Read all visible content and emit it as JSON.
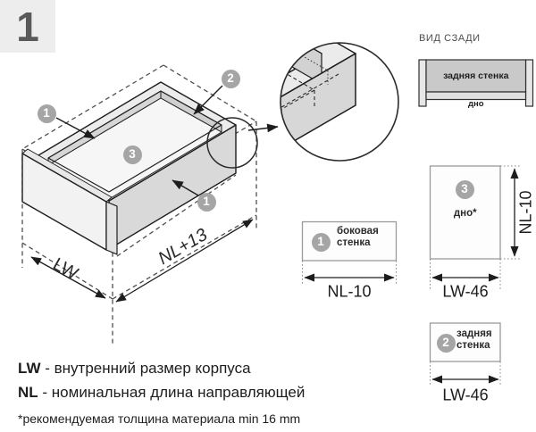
{
  "step_number": "1",
  "main_diagram": {
    "callout_side_top": "1",
    "callout_back": "2",
    "callout_bottom_panel": "3",
    "callout_side_front": "1",
    "dim_width": "LW",
    "dim_length": "NL+13"
  },
  "rear_view": {
    "title": "ВИД СЗАДИ",
    "back_wall_label": "задняя стенка",
    "bottom_label": "дно"
  },
  "parts": {
    "side_wall": {
      "num": "1",
      "label_line1": "боковая",
      "label_line2": "стенка",
      "width_dim": "NL-10"
    },
    "bottom": {
      "num": "3",
      "label": "дно*",
      "height_dim": "NL-10",
      "width_dim": "LW-46"
    },
    "back_wall": {
      "num": "2",
      "label_line1": "задняя",
      "label_line2": "стенка",
      "width_dim": "LW-46"
    }
  },
  "legend": {
    "lw_term": "LW",
    "lw_desc": "- внутренний размер корпуса",
    "nl_term": "NL",
    "nl_desc": "- номинальная длина направляющей",
    "footnote": "*рекомендуемая толщина материала min 16 mm"
  },
  "colors": {
    "badge_gray": "#a5a5a5",
    "line_dark": "#1d1d1d",
    "wall_gray": "#d7d7d7",
    "back_wall_fill": "#c9c9c9",
    "tile_bg": "#ededed"
  }
}
